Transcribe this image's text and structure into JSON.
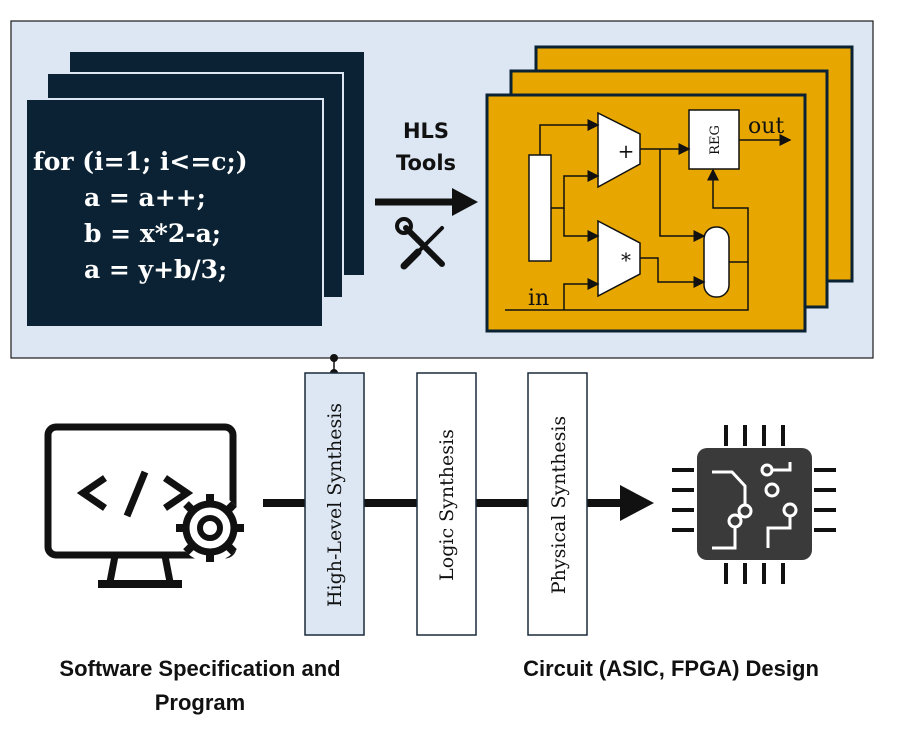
{
  "code_block": {
    "lines": [
      "for (i=1; i<=c;)",
      "a = a++;",
      "b = x*2-a;",
      "a = y+b/3;"
    ]
  },
  "hls_tools": {
    "line1": "HLS",
    "line2": "Tools",
    "icon": "tools-icon"
  },
  "circuit": {
    "output_label": "out",
    "input_label": "in",
    "register_label": "REG",
    "adder_symbol": "+",
    "multiplier_symbol": "*",
    "colors": {
      "board": "#e7a700",
      "navy": "#0a2233",
      "panel": "#dce7f3"
    }
  },
  "flow": {
    "stages": [
      "High-Level Synthesis",
      "Logic Synthesis",
      "Physical Synthesis"
    ],
    "left_caption_line1": "Software Specification and",
    "left_caption_line2": "Program",
    "right_caption": "Circuit (ASIC, FPGA) Design",
    "left_icon": "computer-code-gear-icon",
    "right_icon": "chip-icon"
  }
}
